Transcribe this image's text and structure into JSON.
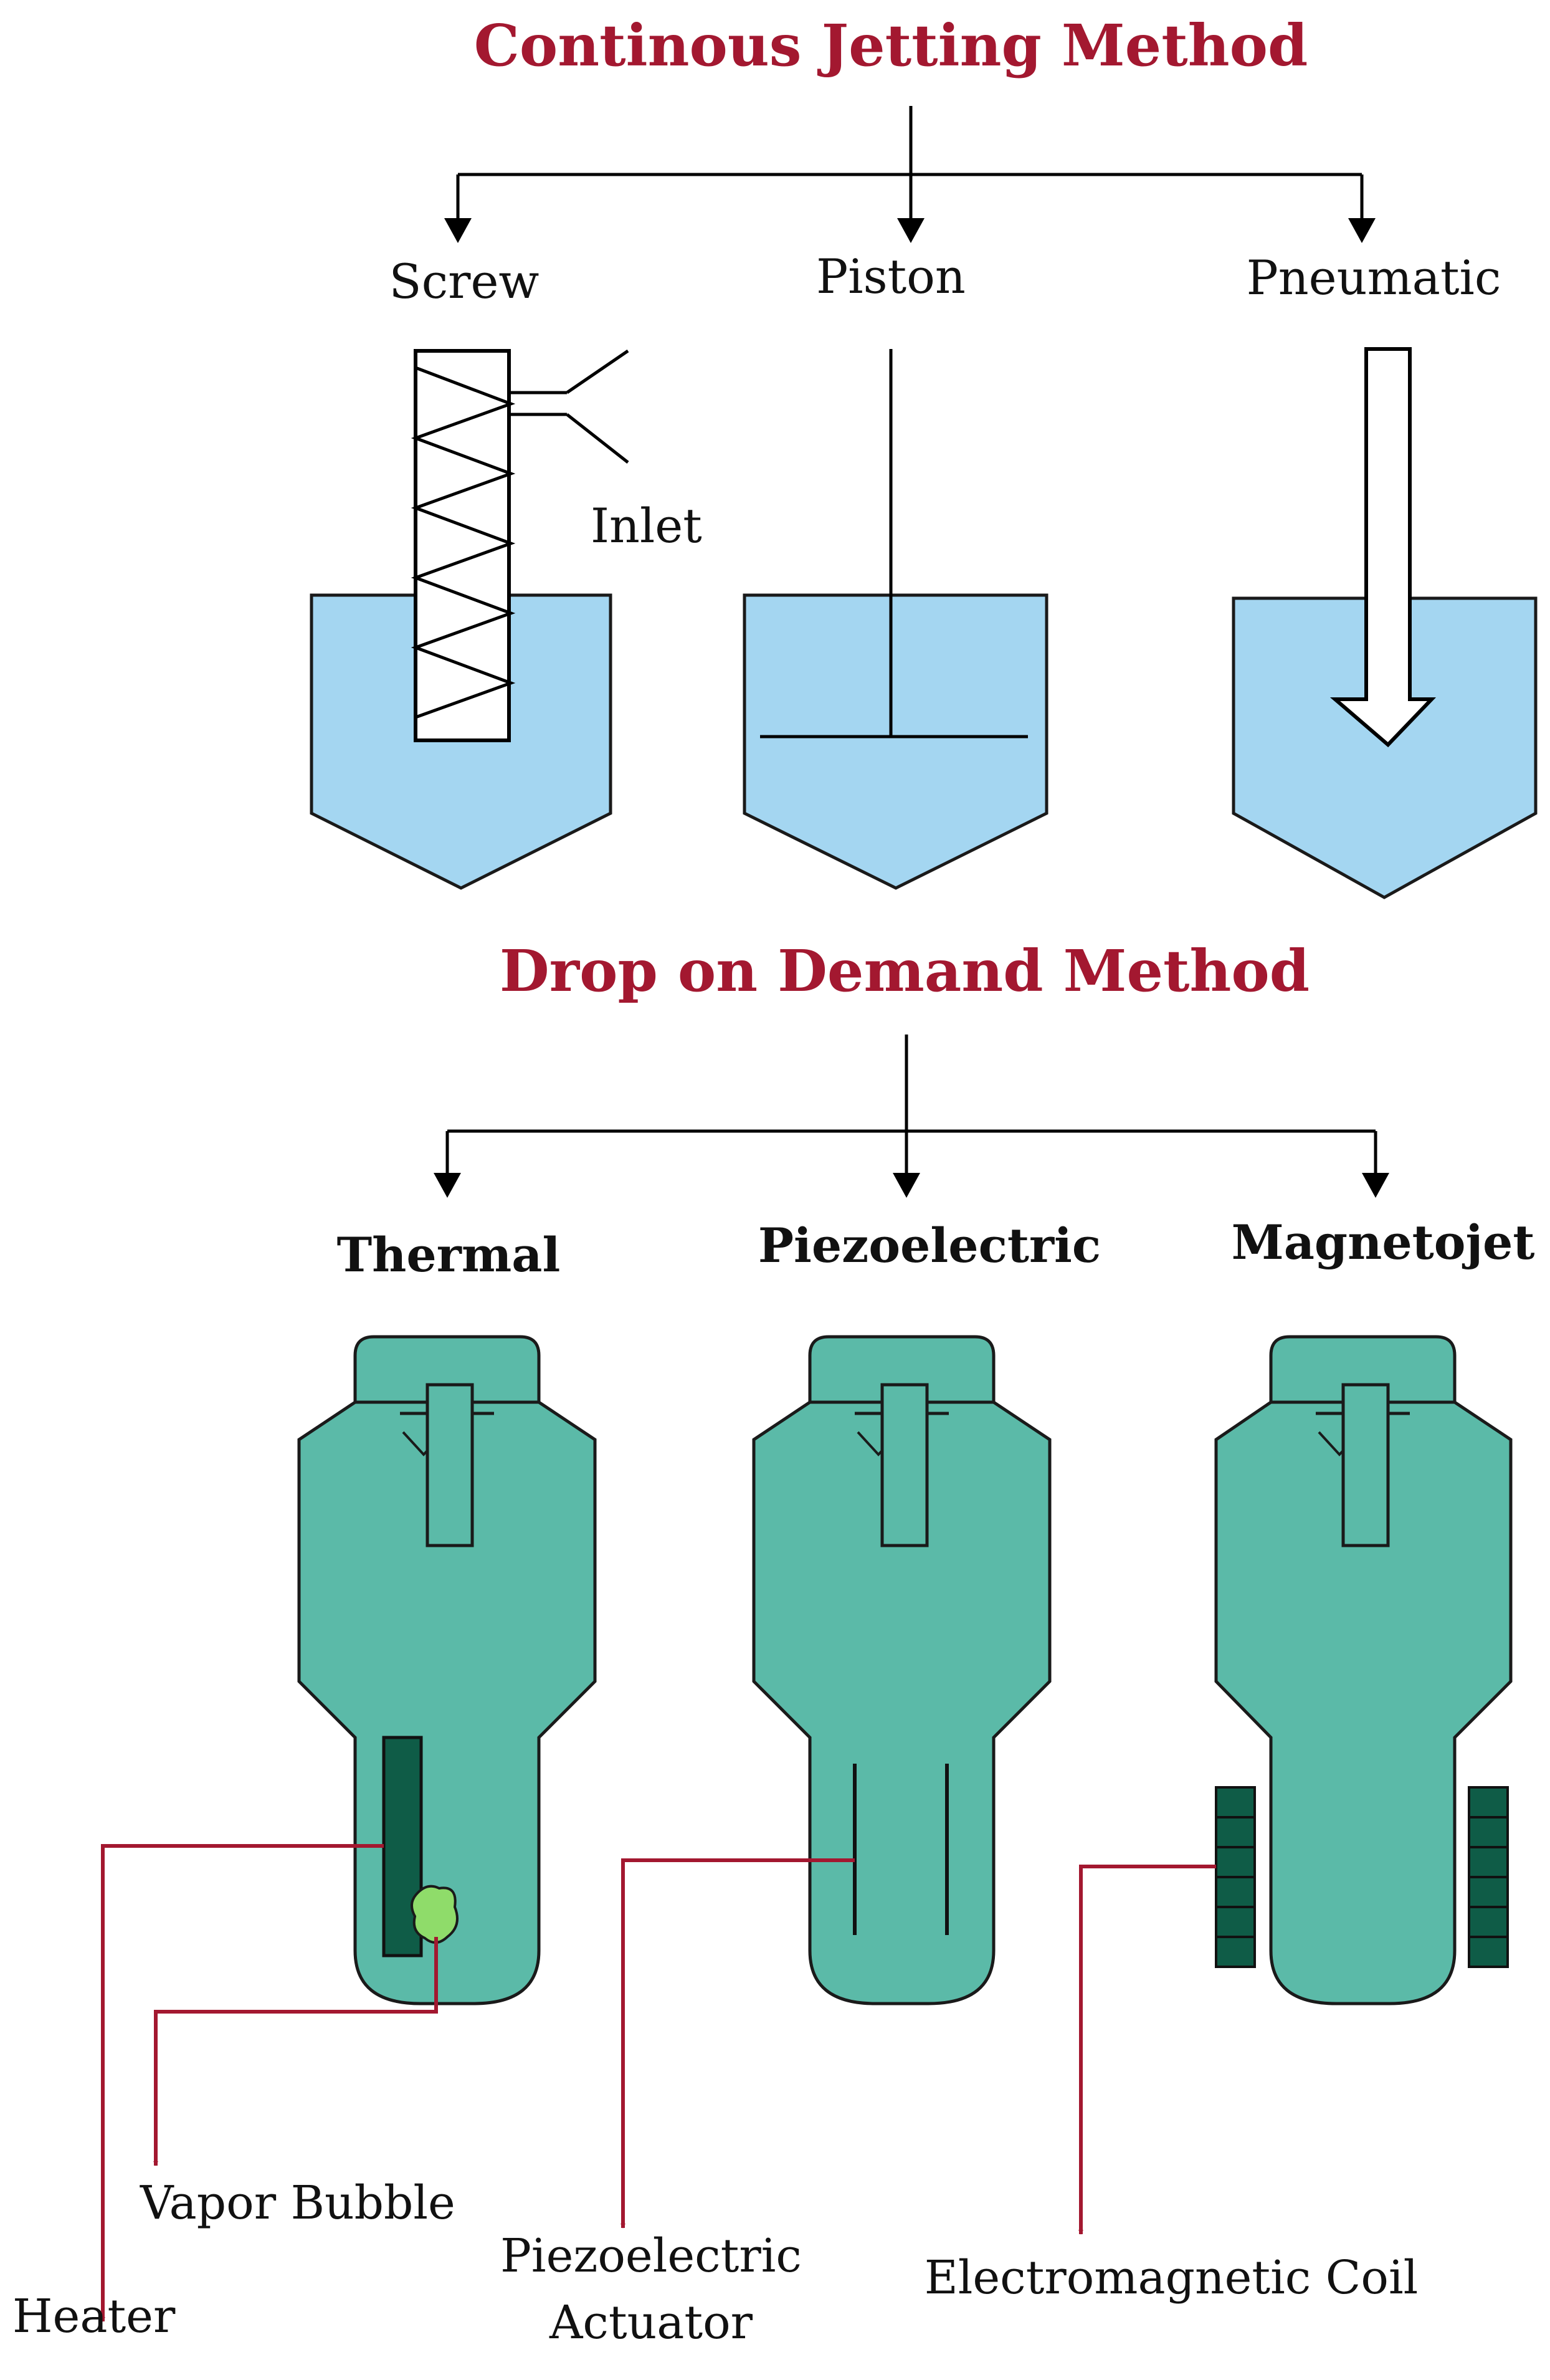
{
  "colors": {
    "title": "#a31830",
    "tank_fill": "#a4d6f1",
    "printhead_fill": "#5bbaa8",
    "dark_green": "#0f5c47",
    "bubble": "#8fdc6a",
    "leader_line": "#a31830"
  },
  "continuous": {
    "title": "Continous Jetting Method",
    "methods": {
      "screw": "Screw",
      "piston": "Piston",
      "pneumatic": "Pneumatic"
    },
    "inlet_label": "Inlet"
  },
  "dod": {
    "title": "Drop on Demand Method",
    "methods": {
      "thermal": "Thermal",
      "piezo": "Piezoelectric",
      "magneto": "Magnetojet"
    },
    "annotations": {
      "heater": "Heater",
      "vapor_bubble": "Vapor Bubble",
      "piezo_actuator_line1": "Piezoelectric",
      "piezo_actuator_line2": "Actuator",
      "coil": "Electromagnetic Coil"
    }
  }
}
